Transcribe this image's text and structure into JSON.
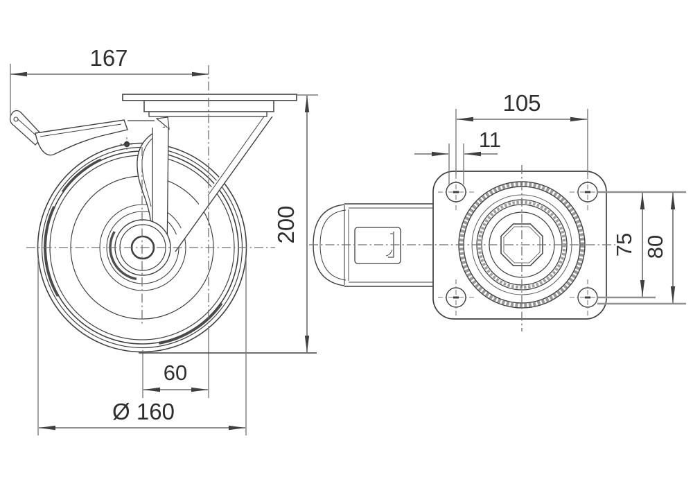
{
  "drawing": {
    "type": "technical-drawing-caster",
    "colors": {
      "background": "#ffffff",
      "object_line": "#3f3f3f",
      "dim_line": "#6b6b6b",
      "text": "#2e2e2e"
    },
    "side_view": {
      "overall_length": "167",
      "overall_height": "200",
      "swivel_offset": "60",
      "wheel_diameter": "Ø 160"
    },
    "top_view": {
      "bolt_hole_spacing_width": "105",
      "bolt_hole_diameter": "11",
      "bolt_hole_spacing_min": "75",
      "bolt_hole_spacing_max": "80"
    }
  }
}
